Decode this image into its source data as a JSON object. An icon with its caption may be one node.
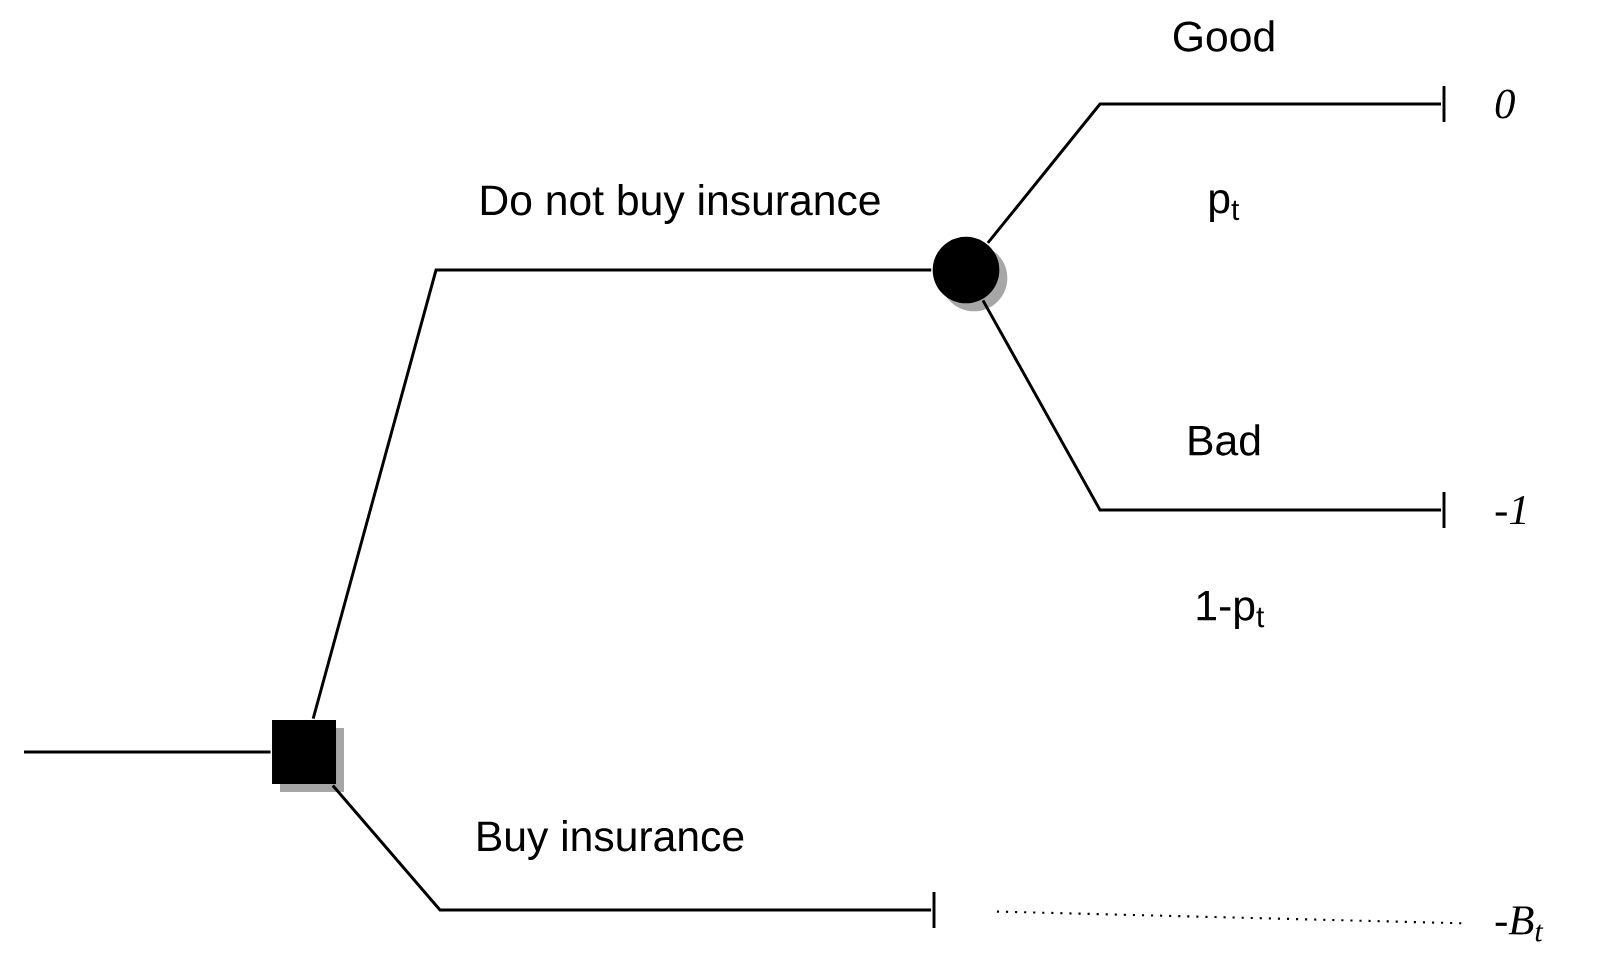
{
  "diagram": {
    "nodes": [
      {
        "text": [],
        "shape": "box"
      },
      {
        "text": [],
        "shape": "circle"
      },
      {
        "text": [],
        "shape": "bar",
        "beside": [
          "0"
        ]
      },
      {
        "text": [],
        "shape": "bar",
        "beside": [
          "-1"
        ]
      },
      {
        "text": [
          "-B$_{t}$"
        ]
      },
      {
        "text": [],
        "shape": "bar"
      }
    ],
    "edges": [
      {
        "from": null,
        "to": 0,
        "arrow": "none"
      },
      {
        "from": 0,
        "to": 1,
        "arrow": "none",
        "label": "Do not buy insurance"
      },
      {
        "from": 1,
        "to": 2,
        "arrow": "none",
        "label": "Good"
      },
      {
        "from": 1,
        "to": 3,
        "arrow": "none",
        "label": "Bad"
      },
      {
        "from": 0,
        "to": 5,
        "arrow": "none",
        "label": "Buy insurance"
      },
      {
        "from": 5,
        "to": 4,
        "arrow": "none",
        "style": "dashed"
      }
    ],
    "labels": [
      "p$_{t}$",
      "1-p$_{t}$"
    ]
  }
}
